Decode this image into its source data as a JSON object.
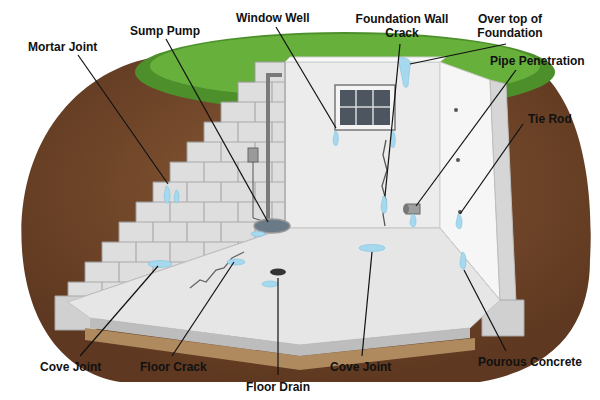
{
  "diagram": {
    "labels": [
      "Mortar Joint",
      "Sump Pump",
      "Window Well",
      "Foundation Wall Crack",
      "Over top of Foundation",
      "Pipe Penetration",
      "Tie Rod",
      "Cove Joint",
      "Floor Crack",
      "Floor Drain",
      "Cove Joint",
      "Pourous Concrete"
    ]
  }
}
